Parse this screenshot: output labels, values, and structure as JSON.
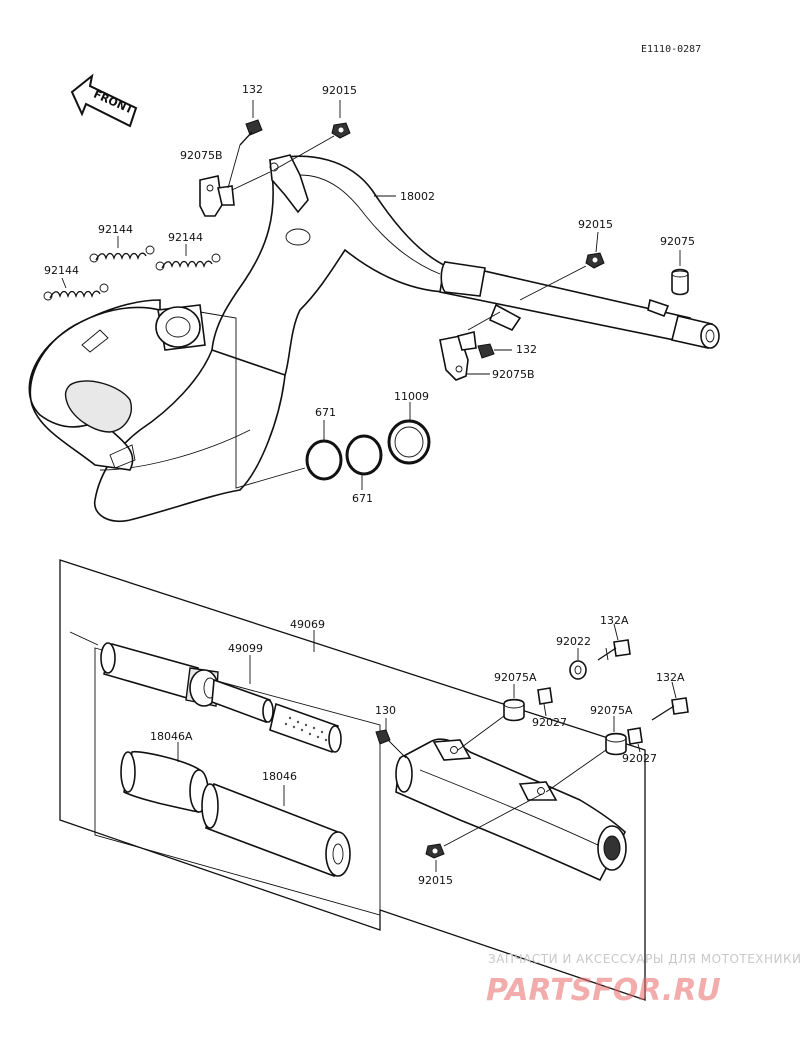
{
  "diagram_code": "E1110-0287",
  "front_label": "FRONT",
  "watermark": {
    "line1": "ЗАПЧАСТИ И АКСЕССУАРЫ ДЛЯ МОТОТЕХНИКИ",
    "line2": "PARTSFOR.RU"
  },
  "parts": {
    "p132_top": "132",
    "p92015_top": "92015",
    "p92075b_top": "92075B",
    "p18002": "18002",
    "p92144_a": "92144",
    "p92144_b": "92144",
    "p92144_c": "92144",
    "p92015_mid": "92015",
    "p92075_mid": "92075",
    "p132_mid": "132",
    "p92075b_mid": "92075B",
    "p671_a": "671",
    "p671_b": "671",
    "p11009": "11009",
    "p49069": "49069",
    "p49099": "49099",
    "p18046a": "18046A",
    "p18046": "18046",
    "p130": "130",
    "p92075a_a": "92075A",
    "p92022": "92022",
    "p132a_a": "132A",
    "p92027_a": "92027",
    "p132a_b": "132A",
    "p92075a_b": "92075A",
    "p92027_b": "92027",
    "p92015_bot": "92015"
  }
}
